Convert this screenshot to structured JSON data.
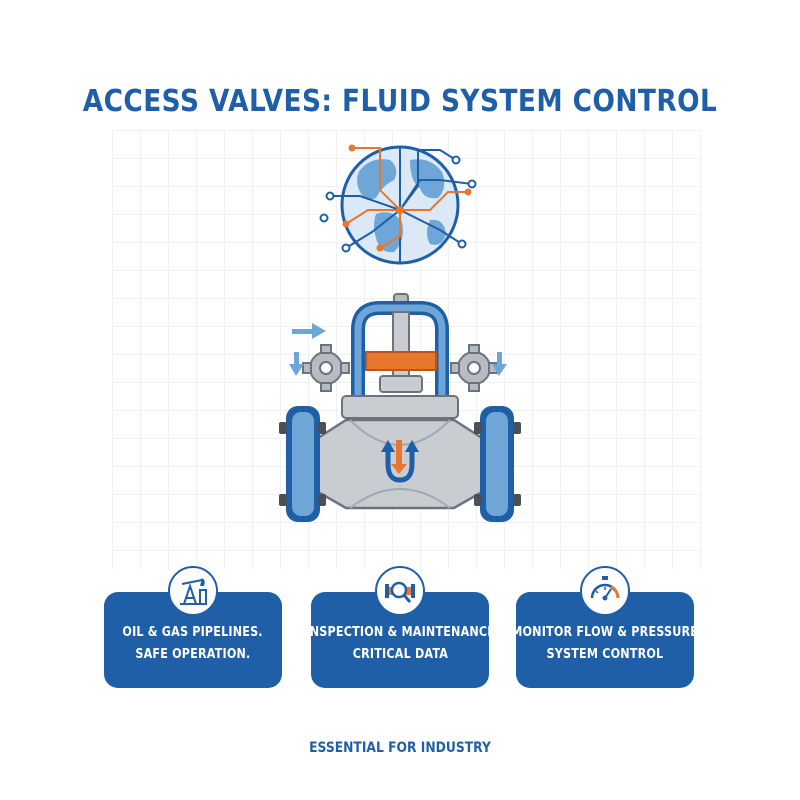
{
  "title": "ACCESS VALVES: FLUID SYSTEM CONTROL",
  "cards": [
    {
      "line1": "OIL & GAS PIPELINES.",
      "line2": "SAFE OPERATION.",
      "icon": "oil-pump-icon"
    },
    {
      "line1": "INSPECTION & MAINTENANCE",
      "line2": "CRITICAL DATA",
      "icon": "pipe-magnifier-icon"
    },
    {
      "line1": "MONITOR FLOW & PRESSURE",
      "line2": "SYSTEM CONTROL",
      "icon": "pressure-gauge-icon"
    }
  ],
  "footer": "ESSENTIAL FOR INDUSTRY",
  "colors": {
    "primary": "#1f5fa8",
    "accent": "#e8772e",
    "light_blue": "#6fa6d8",
    "steel": "#c9ccd1"
  }
}
